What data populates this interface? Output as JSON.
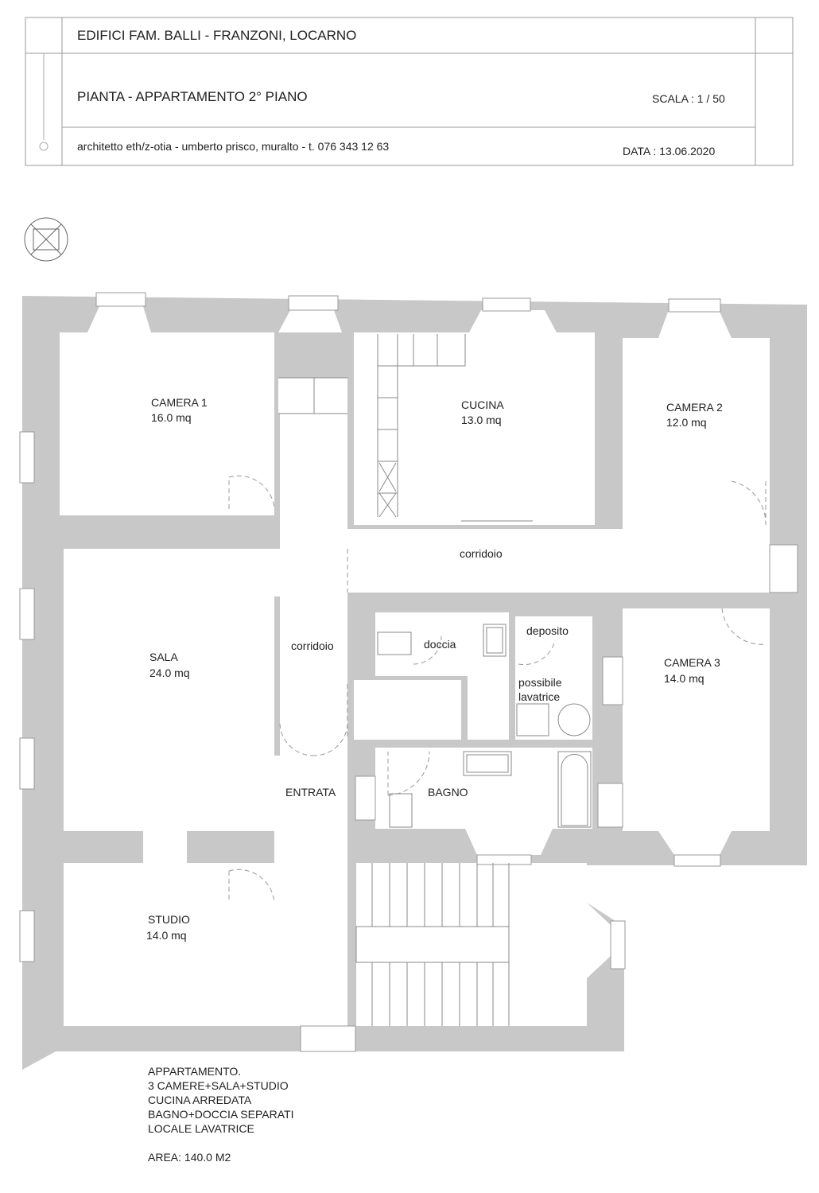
{
  "title_block": {
    "project": "EDIFICI  FAM. BALLI - FRANZONI,  LOCARNO",
    "drawing": "PIANTA  -  APPARTAMENTO 2° PIANO",
    "scale": "SCALA :  1 / 50",
    "architect": "architetto eth/z-otia - umberto prisco, muralto - t. 076 343 12 63",
    "date": "DATA   :  13.06.2020"
  },
  "rooms": {
    "camera1": {
      "name": "CAMERA 1",
      "area": "16.0 mq"
    },
    "cucina": {
      "name": "CUCINA",
      "area": "13.0 mq"
    },
    "camera2": {
      "name": "CAMERA 2",
      "area": "12.0 mq"
    },
    "sala": {
      "name": "SALA",
      "area": "24.0 mq"
    },
    "camera3": {
      "name": "CAMERA 3",
      "area": "14.0 mq"
    },
    "studio": {
      "name": "STUDIO",
      "area": "14.0 mq"
    },
    "corridoio_h": "corridoio",
    "corridoio_v": "corridoio",
    "doccia": "doccia",
    "deposito": "deposito",
    "lavatrice_1": "possibile",
    "lavatrice_2": "lavatrice",
    "entrata": "ENTRATA",
    "bagno": "BAGNO"
  },
  "notes": {
    "lines": [
      "APPARTAMENTO.",
      "3 CAMERE+SALA+STUDIO",
      "CUCINA ARREDATA",
      "BAGNO+DOCCIA SEPARATI",
      "LOCALE LAVATRICE"
    ],
    "area": "AREA: 140.0 M2"
  }
}
